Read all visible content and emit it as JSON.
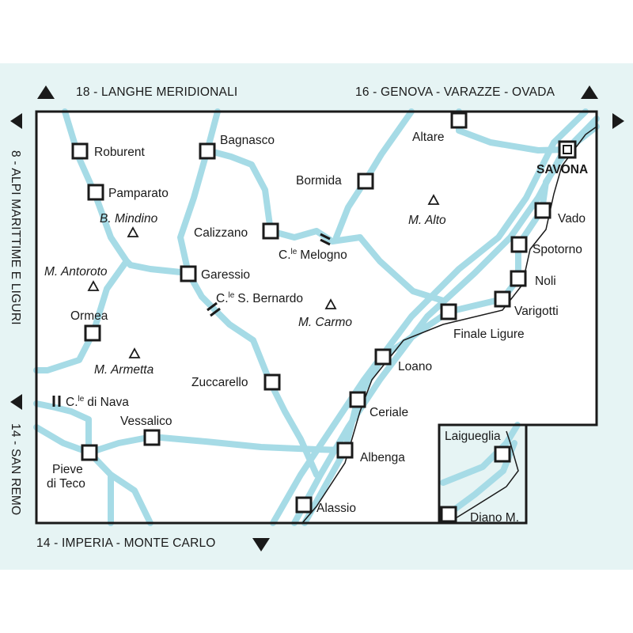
{
  "colors": {
    "background": "#e6f4f4",
    "map_fill": "#ffffff",
    "road": "#a6dbe6",
    "border": "#1a1a1a",
    "text": "#1a1a1a"
  },
  "icons": {
    "town": "square-town-marker",
    "city": "double-square-city-marker",
    "peak": "triangle-peak-marker",
    "pass": "double-bar-pass-marker",
    "nav": "triangle-arrow"
  },
  "edges": {
    "top_left": "18 - LANGHE MERIDIONALI",
    "top_right": "16 - GENOVA - VARAZZE - OVADA",
    "left_upper": "8 - ALPI MARITTIME E LIGURI",
    "left_lower": "14 - SAN REMO",
    "bottom": "14 - IMPERIA - MONTE CARLO"
  },
  "towns": {
    "roburent": "Roburent",
    "bagnasco": "Bagnasco",
    "altare": "Altare",
    "savona": "SAVONA",
    "pamparato": "Pamparato",
    "bormida": "Bormida",
    "calizzano": "Calizzano",
    "vado": "Vado",
    "spotorno": "Spotorno",
    "garessio": "Garessio",
    "noli": "Noli",
    "varigotti": "Varigotti",
    "finale": "Finale Ligure",
    "ormea": "Ormea",
    "loano": "Loano",
    "zuccarello": "Zuccarello",
    "ceriale": "Ceriale",
    "vessalico": "Vessalico",
    "pieve_line1": "Pieve",
    "pieve_line2": "di Teco",
    "albenga": "Albenga",
    "alassio": "Alassio",
    "laigueglia": "Laigueglia",
    "diano": "Diano M."
  },
  "peaks": {
    "mindino": "B. Mindino",
    "alto": "M. Alto",
    "antoroto": "M. Antoroto",
    "carmo": "M. Carmo",
    "armetta": "M. Armetta"
  },
  "passes": {
    "melogno_abbr": "C.",
    "melogno_sup": "le",
    "melogno_name": "Melogno",
    "bernardo_abbr": "C.",
    "bernardo_sup": "le",
    "bernardo_name": "S. Bernardo",
    "nava_abbr": "C.",
    "nava_sup": "le",
    "nava_name": "di Nava"
  }
}
